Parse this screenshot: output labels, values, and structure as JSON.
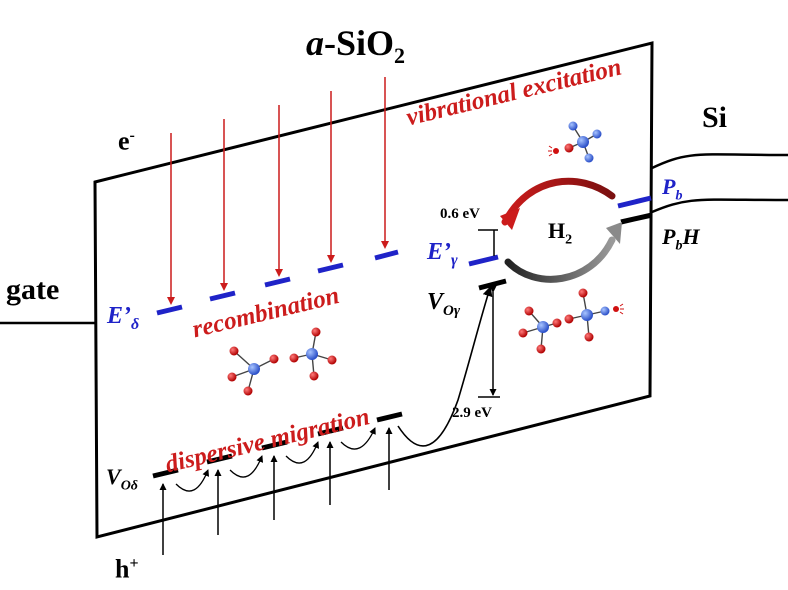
{
  "labels": {
    "material_prefix": "a",
    "material_formula": "-SiO",
    "material_subscript": "2",
    "electron": "e",
    "electron_sup": "-",
    "hole": "h",
    "hole_sup": "+",
    "gate": "gate",
    "silicon": "Si",
    "vibrational_excitation": "vibrational excitation",
    "recombination": "recombination",
    "dispersive_migration": "dispersive migration",
    "e_delta_main": "E’",
    "e_delta_sub": "δ",
    "e_gamma_main": "E’",
    "e_gamma_sub": "γ",
    "vo_gamma_main": "V",
    "vo_gamma_sub": "Oγ",
    "vo_delta_main": "V",
    "vo_delta_sub": "Oδ",
    "pb_main": "P",
    "pb_sub": "b",
    "pbh_main": "P",
    "pbh_sub": "b",
    "pbh_h": "H",
    "h2_main": "H",
    "h2_sub": "2",
    "energy_06": "0.6 eV",
    "energy_29": "2.9 eV"
  },
  "colors": {
    "red": "#cc1c1c",
    "blue": "#1f23c8",
    "black": "#000000",
    "gray": "#555555",
    "atom_red": "#d01010",
    "atom_blue": "#3a5ed8"
  },
  "icons": {
    "molecule": "molecule-icon",
    "hydrogen_radical": "hydrogen-radical-icon"
  }
}
